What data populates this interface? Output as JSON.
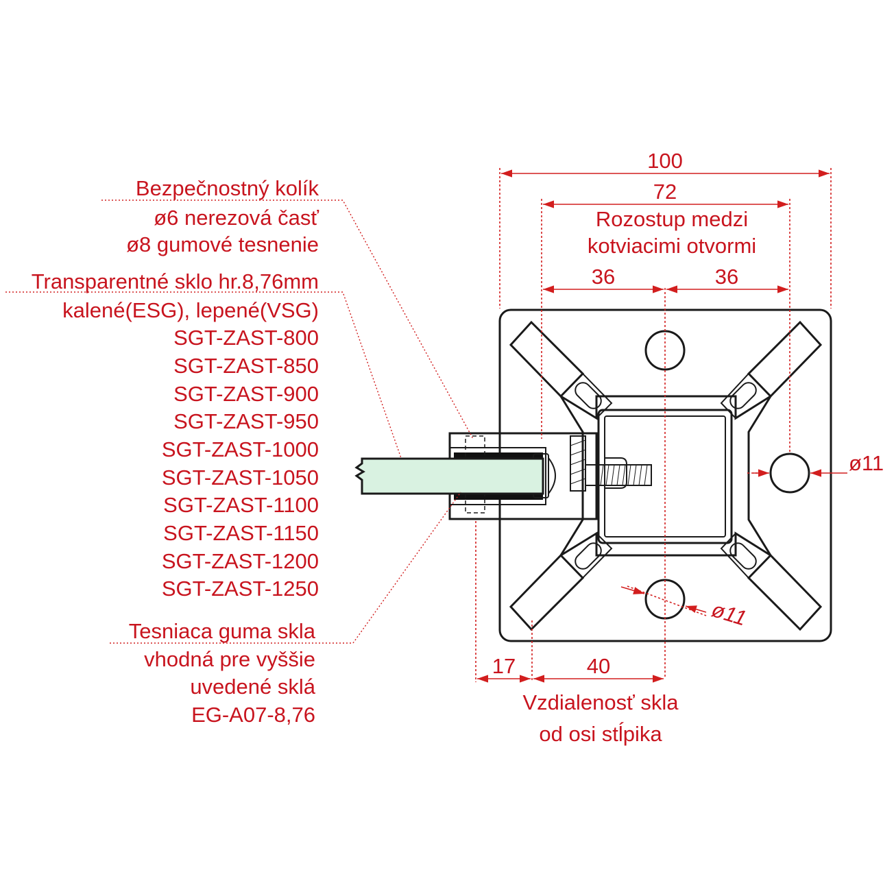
{
  "colors": {
    "annotation": "#c8141e",
    "outline": "#1a1a1a",
    "glass": "#d9f2e1",
    "gasket": "#111111"
  },
  "labels": {
    "pin": [
      "Bezpečnostný kolík",
      "ø6 nerezová časť",
      "ø8 gumové tesnenie"
    ],
    "glass": [
      "Transparentné sklo hr.8,76mm",
      "kalené(ESG), lepené(VSG)"
    ],
    "products": [
      "SGT-ZAST-800",
      "SGT-ZAST-850",
      "SGT-ZAST-900",
      "SGT-ZAST-950",
      "SGT-ZAST-1000",
      "SGT-ZAST-1050",
      "SGT-ZAST-1100",
      "SGT-ZAST-1150",
      "SGT-ZAST-1200",
      "SGT-ZAST-1250"
    ],
    "gasket": [
      "Tesniaca guma skla",
      "vhodná pre vyššie",
      "uvedené sklá",
      "EG-A07-8,76"
    ],
    "spacing": [
      "Rozostup medzi",
      "kotviacimi otvormi"
    ],
    "distance": [
      "Vzdialenosť skla",
      "od osi stĺpika"
    ]
  },
  "dimensions": {
    "overall": "100",
    "holes": "72",
    "half_left": "36",
    "half_right": "36",
    "hole_dia_right": "ø11",
    "hole_dia_bottom": "ø11",
    "offset": "17",
    "axis_dist": "40"
  }
}
